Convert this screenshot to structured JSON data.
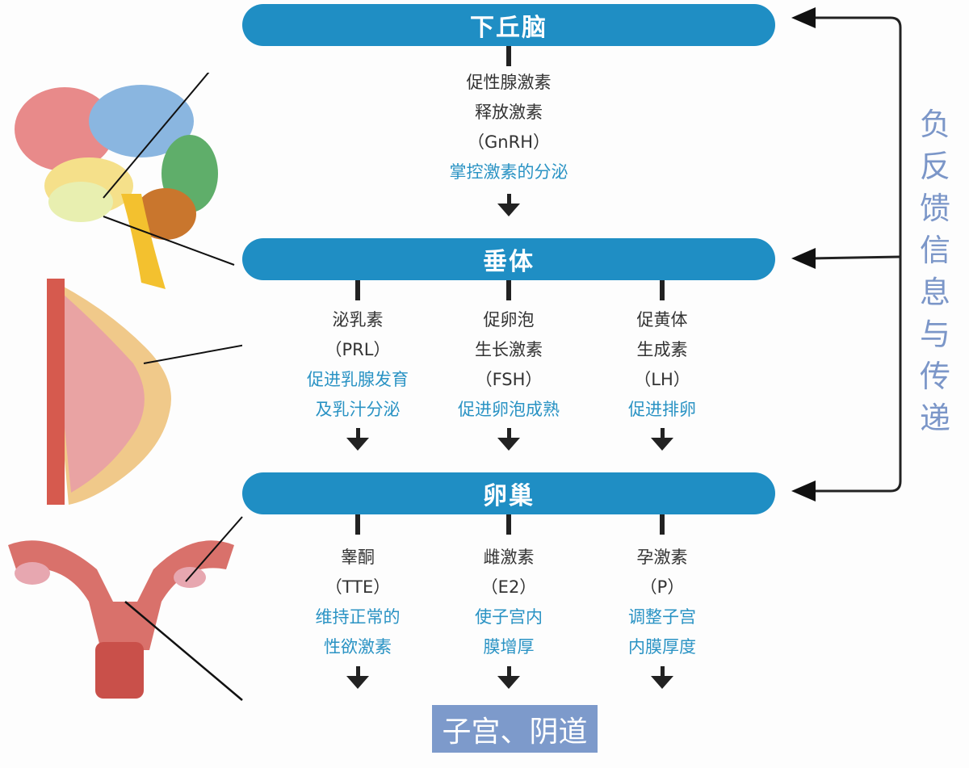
{
  "levels": {
    "hypothalamus": "下丘脑",
    "pituitary": "垂体",
    "ovary": "卵巢"
  },
  "hypothalamus_hormone": {
    "name1": "促性腺激素",
    "name2": "释放激素",
    "abbr": "（GnRH）",
    "function": "掌控激素的分泌"
  },
  "pituitary_hormones": [
    {
      "name1": "泌乳素",
      "abbr": "（PRL）",
      "function1": "促进乳腺发育",
      "function2": "及乳汁分泌"
    },
    {
      "name1": "促卵泡",
      "name2": "生长激素",
      "abbr": "（FSH）",
      "function1": "促进卵泡成熟"
    },
    {
      "name1": "促黄体",
      "name2": "生成素",
      "abbr": "（LH）",
      "function1": "促进排卵"
    }
  ],
  "ovary_hormones": [
    {
      "name1": "睾酮",
      "abbr": "（TTE）",
      "function1": "维持正常的",
      "function2": "性欲激素"
    },
    {
      "name1": "雌激素",
      "abbr": "（E2）",
      "function1": "使子宫内",
      "function2": "膜增厚"
    },
    {
      "name1": "孕激素",
      "abbr": "（P）",
      "function1": "调整子宫",
      "function2": "内膜厚度"
    }
  ],
  "feedback_label": "负反馈信息与传递",
  "target_organs": "子宫、阴道",
  "colors": {
    "bar": "#1f8ec4",
    "function_text": "#2a93c4",
    "feedback": "#7b96c8",
    "target_box": "#7d9acb"
  }
}
